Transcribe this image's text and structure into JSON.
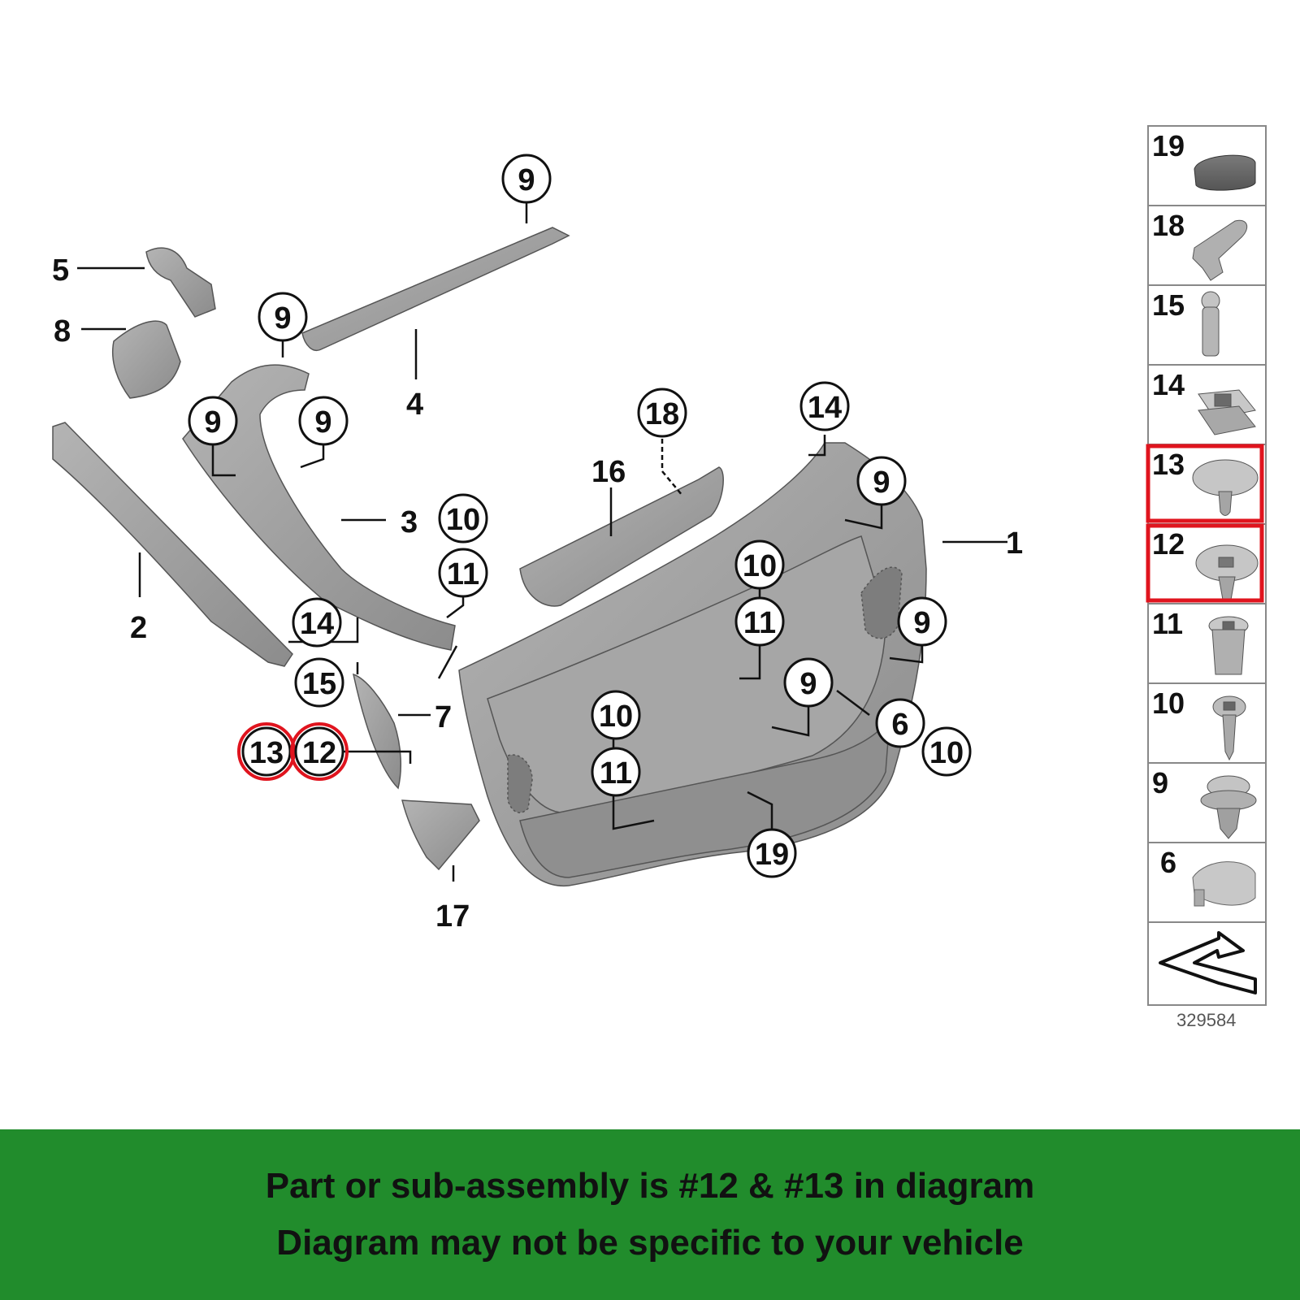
{
  "diagram": {
    "callouts": [
      "1",
      "2",
      "3",
      "4",
      "5",
      "6",
      "7",
      "8",
      "9",
      "10",
      "11",
      "12",
      "13",
      "14",
      "15",
      "16",
      "17",
      "18",
      "19"
    ],
    "highlight_color": "#e0141e",
    "part_color": "#9c9c9c",
    "legend": {
      "items": [
        "19",
        "18",
        "15",
        "14",
        "13",
        "12",
        "11",
        "10",
        "9",
        "6"
      ],
      "highlighted": [
        "13",
        "12"
      ],
      "reference_code": "329584"
    }
  },
  "banner": {
    "line1": "Part or sub-assembly is #12 & #13 in diagram",
    "line2": "Diagram may not be specific to your vehicle",
    "background_color": "#218c2c"
  }
}
